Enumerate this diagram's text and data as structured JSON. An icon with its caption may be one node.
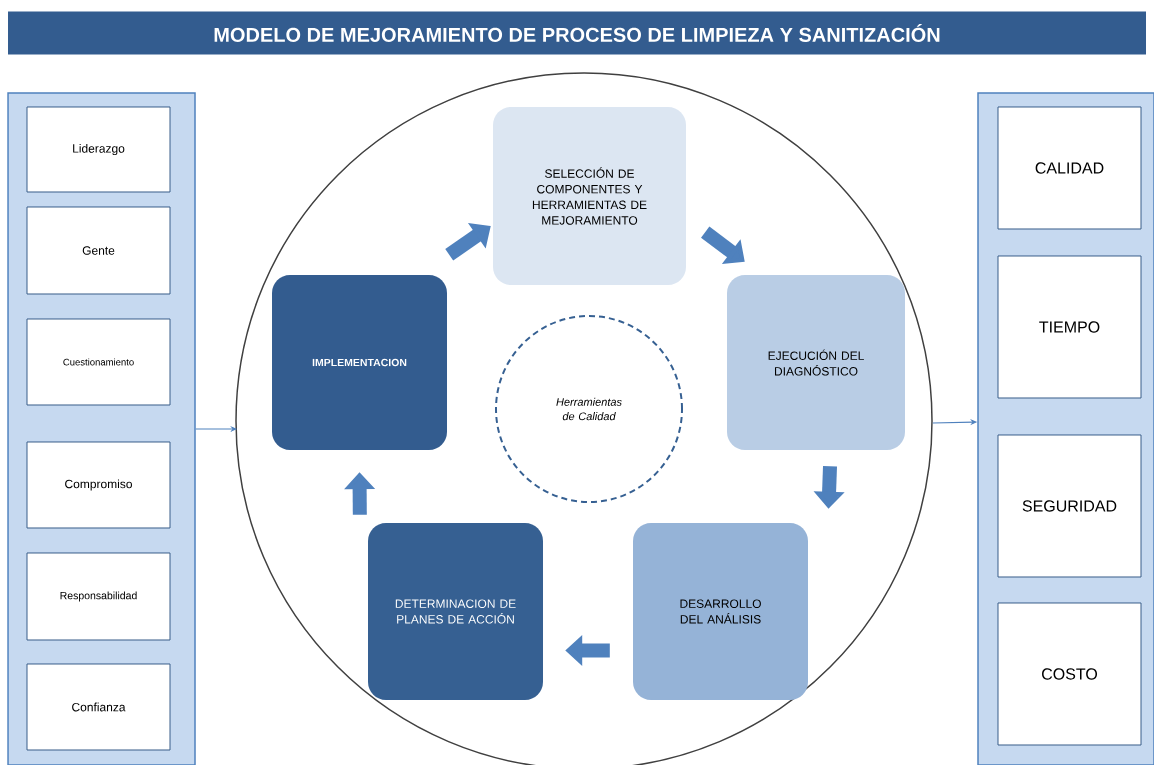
{
  "diagram": {
    "title": "MODELO DE MEJORAMIENTO DE PROCESO DE LIMPIEZA Y SANITIZACIÓN",
    "nodes": [
      {
        "text": [],
        "shape": "box"
      },
      {
        "text": [
          "Liderazgo"
        ],
        "in": 0
      },
      {
        "text": [
          "Gente"
        ],
        "in": 0
      },
      {
        "text": [
          "Cuestionamiento"
        ],
        "in": 0
      },
      {
        "text": [
          "Compromiso"
        ],
        "in": 0
      },
      {
        "text": [
          "Responsabilidad"
        ],
        "in": 0
      },
      {
        "text": [
          "Confianza"
        ],
        "in": 0
      },
      {
        "text": [],
        "shape": "circle"
      },
      {
        "text": [
          "SELECCIÓN DE COMPONENTES Y HERRAMIENTAS DE MEJORAMIENTO"
        ],
        "in": 7
      },
      {
        "text": [
          "EJECUCIÓN DEL DIAGNÓSTICO"
        ],
        "in": 7
      },
      {
        "text": [
          "DESARROLLO DEL ANÁLISIS"
        ],
        "in": 7
      },
      {
        "text": [
          "DETERMINACION DE PLANES DE ACCIÓN"
        ],
        "in": 7
      },
      {
        "text": [
          "IMPLEMENTACION"
        ],
        "in": 7
      },
      {
        "text": [
          "Herramientas de Calidad"
        ],
        "in": 7
      },
      {
        "text": [],
        "shape": "box"
      },
      {
        "text": [
          "CALIDAD"
        ],
        "in": 14
      },
      {
        "text": [
          "TIEMPO"
        ],
        "in": 14
      },
      {
        "text": [
          "SEGURIDAD"
        ],
        "in": 14
      },
      {
        "text": [
          "COSTO"
        ],
        "in": 14
      }
    ],
    "edges": [
      {
        "from": 0,
        "to": 7,
        "arrow": "to"
      },
      {
        "from": 7,
        "to": 14,
        "arrow": "to"
      },
      {
        "from": 12,
        "to": 8,
        "arrow": "to"
      },
      {
        "from": 8,
        "to": 9,
        "arrow": "to"
      },
      {
        "from": 9,
        "to": 10,
        "arrow": "to"
      },
      {
        "from": 10,
        "to": 11,
        "arrow": "to"
      },
      {
        "from": 11,
        "to": 12,
        "arrow": "to"
      }
    ]
  }
}
